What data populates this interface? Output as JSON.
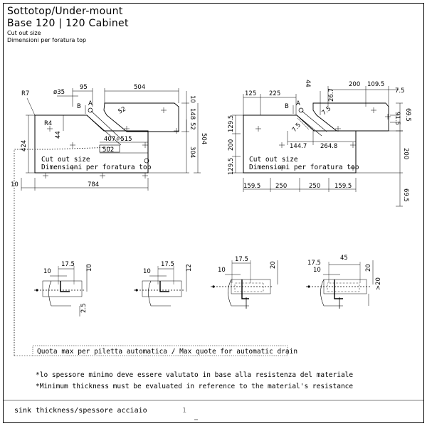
{
  "header": {
    "title": "Sottotop/Under-mount",
    "subtitle": "Base 120 | 120 Cabinet",
    "cutout_en": "Cut out size",
    "cutout_it": "Dimensioni per foratura top"
  },
  "left_plan": {
    "labels": {
      "r7": "R7",
      "d35": "ø35",
      "d95": "95",
      "d504": "504",
      "d10": "10",
      "b": "B",
      "a": "A",
      "r4": "R4",
      "d52": "52",
      "d44": "44",
      "d148": "148",
      "d52b": "52",
      "d504b": "504",
      "d407": "407÷515",
      "d502": "502",
      "d424": "424",
      "d304": "304",
      "d10b": "10",
      "d784": "784"
    },
    "box_en": "Cut out size",
    "box_it": "Dimensioni per foratura top"
  },
  "right_plan": {
    "labels": {
      "d125": "125",
      "d225": "225",
      "d44": "44",
      "d200": "200",
      "d1095": "109.5",
      "d75a": "7.5",
      "d267": "26.7",
      "b": "B",
      "a": "A",
      "d75b": "7.5",
      "d915": "91.5",
      "d695a": "69.5",
      "d75c": "7.5",
      "d1447": "144.7",
      "d2648": "264.8",
      "d1295a": "129.5",
      "d200a": "200",
      "d1295b": "129.5",
      "d200b": "200",
      "d695b": "69.5",
      "d1595a": "159.5",
      "d250a": "250",
      "d250b": "250",
      "d1595b": "159.5"
    },
    "box_en": "Cut out size",
    "box_it": "Dimensioni per foratura top"
  },
  "sections": [
    {
      "top": "17.5",
      "left": "10",
      "right": "10",
      "bottom": "2.5"
    },
    {
      "top": "17.5",
      "left": "10",
      "right": "12"
    },
    {
      "top": "17.5",
      "left": "10",
      "right": "20"
    },
    {
      "top": "45",
      "top2": "17.5",
      "left": "10",
      "right": "20",
      "side": ">20"
    }
  ],
  "notes": {
    "drain": "Quota max per piletta automatica / Max quote for automatic drain",
    "line1": "*lo spessore minimo deve essere valutato in base alla resistenza del materiale",
    "line2": "*Minimum thickness must be evaluated in reference to the material's resistance"
  },
  "footer": {
    "label": "sink thickness/spessore acciaio",
    "value": "1"
  }
}
